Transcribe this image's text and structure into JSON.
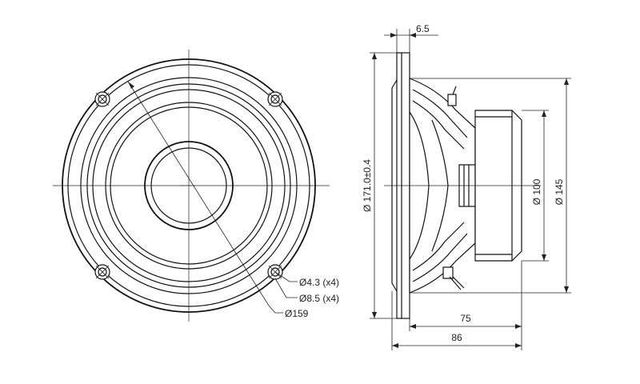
{
  "front_view": {
    "hole_diameter_label": "Ø4.3 (x4)",
    "hole_counterbore_label": "Ø8.5 (x4)",
    "bolt_circle_label": "Ø159"
  },
  "side_view": {
    "flange_thickness_label": "6.5",
    "outer_diameter_label": "Ø 171.0±0.4",
    "magnet_diameter_label": "Ø 100",
    "cutout_diameter_label": "Ø 145",
    "mounting_depth_label": "75",
    "overall_depth_label": "86"
  }
}
